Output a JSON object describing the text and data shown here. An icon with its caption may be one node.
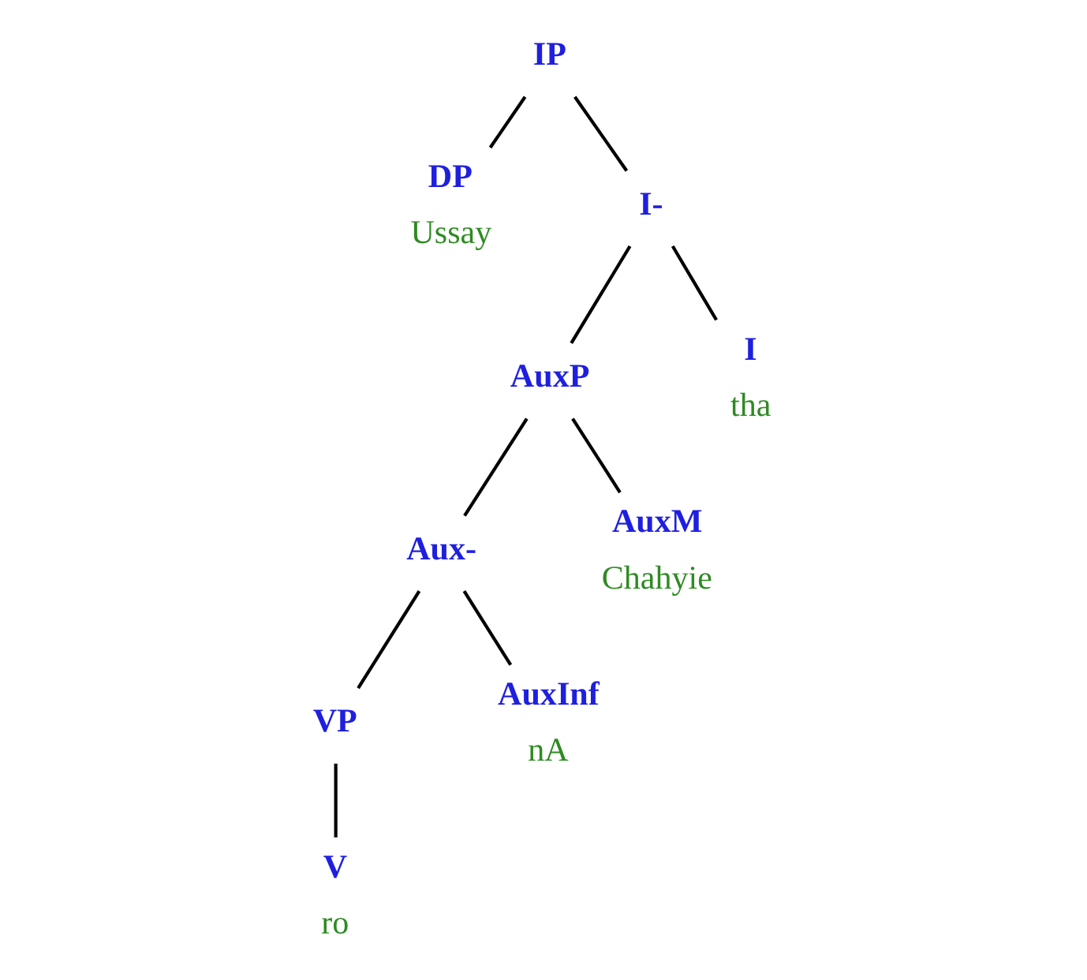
{
  "diagram": {
    "nodes": [
      {
        "text": [
          "IP"
        ]
      },
      {
        "text": [
          "DP",
          "Ussay"
        ]
      },
      {
        "text": [
          "I-"
        ]
      },
      {
        "text": [
          "AuxP"
        ]
      },
      {
        "text": [
          "I",
          "tha"
        ]
      },
      {
        "text": [
          "Aux-"
        ]
      },
      {
        "text": [
          "AuxM",
          "Chahyie"
        ]
      },
      {
        "text": [
          "VP"
        ]
      },
      {
        "text": [
          "AuxInf",
          "nA"
        ]
      },
      {
        "text": [
          "V",
          "ro"
        ]
      }
    ],
    "edges": [
      {
        "from": 0,
        "to": 1,
        "arrow": "none"
      },
      {
        "from": 0,
        "to": 2,
        "arrow": "none"
      },
      {
        "from": 2,
        "to": 3,
        "arrow": "none"
      },
      {
        "from": 2,
        "to": 4,
        "arrow": "none"
      },
      {
        "from": 3,
        "to": 5,
        "arrow": "none"
      },
      {
        "from": 3,
        "to": 6,
        "arrow": "none"
      },
      {
        "from": 5,
        "to": 7,
        "arrow": "none"
      },
      {
        "from": 5,
        "to": 8,
        "arrow": "none"
      },
      {
        "from": 7,
        "to": 9,
        "arrow": "none"
      }
    ]
  }
}
